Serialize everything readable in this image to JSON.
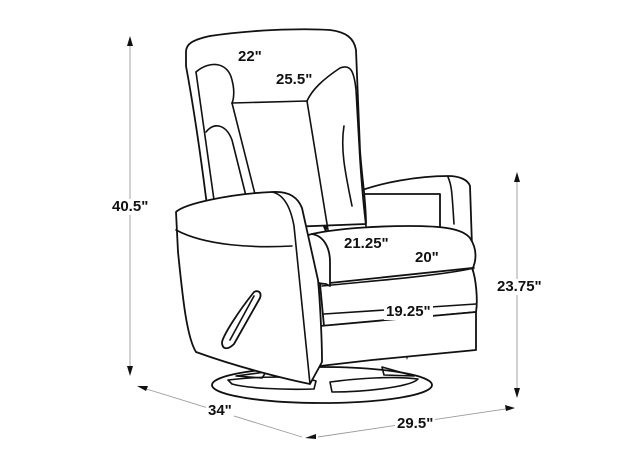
{
  "diagram": {
    "subject": "Swivel glider recliner chair",
    "style": "black line drawing with grey dimension lines",
    "colors": {
      "outline": "#111111",
      "dimension_line": "#9a9a9a",
      "background": "#ffffff"
    },
    "dimensions": {
      "overall_height": "40.5\"",
      "back_width": "22\"",
      "back_height": "25.5\"",
      "seat_depth": "21.25\"",
      "seat_width": "20\"",
      "seat_height": "19.25\"",
      "arm_height": "23.75\"",
      "overall_depth": "34\"",
      "overall_width": "29.5\""
    }
  }
}
